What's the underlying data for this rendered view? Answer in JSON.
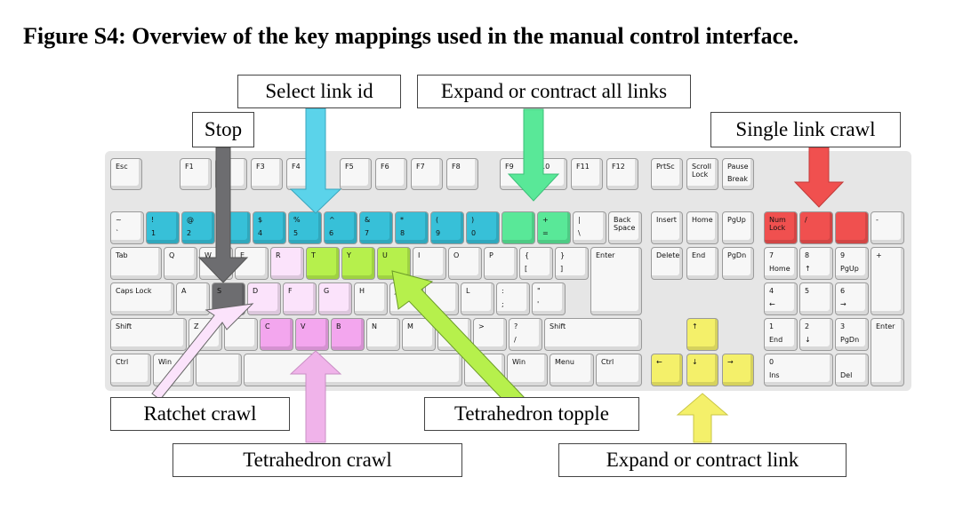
{
  "title": "Figure S4: Overview of the key mappings used in the manual control interface.",
  "colors": {
    "stop": "#6d6d70",
    "select_link_id": "#37c0d8",
    "expand_all": "#59e898",
    "single_link_crawl": "#f0504f",
    "ratchet_crawl": "#fbe3fb",
    "tetrahedron_crawl": "#f3a6ee",
    "tetrahedron_topple": "#b6f04c",
    "expand_link": "#f4f06a"
  },
  "labels": {
    "select_link_id": "Select link id",
    "expand_all": "Expand or contract all links",
    "stop": "Stop",
    "single_link_crawl": "Single link crawl",
    "ratchet_crawl": "Ratchet crawl",
    "tetrahedron_topple": "Tetrahedron topple",
    "tetrahedron_crawl": "Tetrahedron crawl",
    "expand_link": "Expand or contract link"
  },
  "keys": [
    {
      "id": "esc",
      "top": "Esc",
      "bottom": "",
      "color": "white"
    },
    {
      "id": "f1",
      "top": "F1",
      "bottom": "",
      "color": "white"
    },
    {
      "id": "f2",
      "top": "",
      "bottom": "",
      "color": "white"
    },
    {
      "id": "f3",
      "top": "F3",
      "bottom": "",
      "color": "white"
    },
    {
      "id": "f4",
      "top": "F4",
      "bottom": "",
      "color": "white"
    },
    {
      "id": "f5",
      "top": "F5",
      "bottom": "",
      "color": "white"
    },
    {
      "id": "f6",
      "top": "F6",
      "bottom": "",
      "color": "white"
    },
    {
      "id": "f7",
      "top": "F7",
      "bottom": "",
      "color": "white"
    },
    {
      "id": "f8",
      "top": "F8",
      "bottom": "",
      "color": "white"
    },
    {
      "id": "f9",
      "top": "F9",
      "bottom": "",
      "color": "white"
    },
    {
      "id": "f10",
      "top": "10",
      "bottom": "",
      "color": "white"
    },
    {
      "id": "f11",
      "top": "F11",
      "bottom": "",
      "color": "white"
    },
    {
      "id": "f12",
      "top": "F12",
      "bottom": "",
      "color": "white"
    },
    {
      "id": "prtsc",
      "top": "PrtSc",
      "bottom": "",
      "color": "white"
    },
    {
      "id": "scroll",
      "top": "Scroll\nLock",
      "bottom": "",
      "color": "white"
    },
    {
      "id": "pause",
      "top": "Pause",
      "bottom": "Break",
      "color": "white"
    },
    {
      "id": "tilde",
      "top": "~",
      "bottom": "`",
      "color": "white"
    },
    {
      "id": "k1",
      "top": "!",
      "bottom": "1",
      "color": "blue"
    },
    {
      "id": "k2",
      "top": "@",
      "bottom": "2",
      "color": "blue"
    },
    {
      "id": "k3",
      "top": "",
      "bottom": "",
      "color": "blue"
    },
    {
      "id": "k4",
      "top": "$",
      "bottom": "4",
      "color": "blue"
    },
    {
      "id": "k5",
      "top": "%",
      "bottom": "5",
      "color": "blue"
    },
    {
      "id": "k6",
      "top": "^",
      "bottom": "6",
      "color": "blue"
    },
    {
      "id": "k7",
      "top": "&",
      "bottom": "7",
      "color": "blue"
    },
    {
      "id": "k8",
      "top": "*",
      "bottom": "8",
      "color": "blue"
    },
    {
      "id": "k9",
      "top": "(",
      "bottom": "9",
      "color": "blue"
    },
    {
      "id": "k0",
      "top": ")",
      "bottom": "0",
      "color": "blue"
    },
    {
      "id": "minus",
      "top": "",
      "bottom": "",
      "color": "green"
    },
    {
      "id": "equals",
      "top": "+",
      "bottom": "=",
      "color": "green"
    },
    {
      "id": "backslash",
      "top": "|",
      "bottom": "\\",
      "color": "white"
    },
    {
      "id": "backspace",
      "top": "Back\nSpace",
      "bottom": "",
      "color": "white"
    },
    {
      "id": "insert",
      "top": "Insert",
      "bottom": "",
      "color": "white"
    },
    {
      "id": "home",
      "top": "Home",
      "bottom": "",
      "color": "white"
    },
    {
      "id": "pgup",
      "top": "PgUp",
      "bottom": "",
      "color": "white"
    },
    {
      "id": "numlock",
      "top": "Num\nLock",
      "bottom": "",
      "color": "red"
    },
    {
      "id": "npdiv",
      "top": "/",
      "bottom": "",
      "color": "red"
    },
    {
      "id": "npmul",
      "top": "",
      "bottom": "",
      "color": "red"
    },
    {
      "id": "npminus",
      "top": "-",
      "bottom": "",
      "color": "white"
    },
    {
      "id": "tab",
      "top": "Tab",
      "bottom": "",
      "color": "white"
    },
    {
      "id": "q",
      "top": "Q",
      "bottom": "",
      "color": "white"
    },
    {
      "id": "w",
      "top": "W",
      "bottom": "",
      "color": "white"
    },
    {
      "id": "e",
      "top": "E",
      "bottom": "",
      "color": "white"
    },
    {
      "id": "r",
      "top": "R",
      "bottom": "",
      "color": "lpink"
    },
    {
      "id": "t",
      "top": "T",
      "bottom": "",
      "color": "lime"
    },
    {
      "id": "y",
      "top": "Y",
      "bottom": "",
      "color": "lime"
    },
    {
      "id": "u",
      "top": "U",
      "bottom": "",
      "color": "lime"
    },
    {
      "id": "i",
      "top": "I",
      "bottom": "",
      "color": "white"
    },
    {
      "id": "o",
      "top": "O",
      "bottom": "",
      "color": "white"
    },
    {
      "id": "p",
      "top": "P",
      "bottom": "",
      "color": "white"
    },
    {
      "id": "lbracket",
      "top": "{",
      "bottom": "[",
      "color": "white"
    },
    {
      "id": "rbracket",
      "top": "}",
      "bottom": "]",
      "color": "white"
    },
    {
      "id": "enter",
      "top": "Enter",
      "bottom": "",
      "color": "white"
    },
    {
      "id": "delete",
      "top": "Delete",
      "bottom": "",
      "color": "white"
    },
    {
      "id": "end",
      "top": "End",
      "bottom": "",
      "color": "white"
    },
    {
      "id": "pgdn",
      "top": "PgDn",
      "bottom": "",
      "color": "white"
    },
    {
      "id": "np7",
      "top": "7",
      "bottom": "Home",
      "color": "white"
    },
    {
      "id": "np8",
      "top": "8",
      "bottom": "↑",
      "color": "white"
    },
    {
      "id": "np9",
      "top": "9",
      "bottom": "PgUp",
      "color": "white"
    },
    {
      "id": "npplus",
      "top": "+",
      "bottom": "",
      "color": "white"
    },
    {
      "id": "caps",
      "top": "Caps Lock",
      "bottom": "",
      "color": "white"
    },
    {
      "id": "a",
      "top": "A",
      "bottom": "",
      "color": "white"
    },
    {
      "id": "s",
      "top": "S",
      "bottom": "",
      "color": "gray"
    },
    {
      "id": "d",
      "top": "D",
      "bottom": "",
      "color": "lpink"
    },
    {
      "id": "f",
      "top": "F",
      "bottom": "",
      "color": "lpink"
    },
    {
      "id": "g",
      "top": "G",
      "bottom": "",
      "color": "lpink"
    },
    {
      "id": "h",
      "top": "H",
      "bottom": "",
      "color": "white"
    },
    {
      "id": "j",
      "top": "J",
      "bottom": "",
      "color": "white"
    },
    {
      "id": "k",
      "top": "",
      "bottom": "",
      "color": "white"
    },
    {
      "id": "l",
      "top": "L",
      "bottom": "",
      "color": "white"
    },
    {
      "id": "semicolon",
      "top": ":",
      "bottom": ";",
      "color": "white"
    },
    {
      "id": "quote",
      "top": "\"",
      "bottom": "'",
      "color": "white"
    },
    {
      "id": "np4",
      "top": "4",
      "bottom": "←",
      "color": "white"
    },
    {
      "id": "np5",
      "top": "5",
      "bottom": "",
      "color": "white"
    },
    {
      "id": "np6",
      "top": "6",
      "bottom": "→",
      "color": "white"
    },
    {
      "id": "lshift",
      "top": "Shift",
      "bottom": "",
      "color": "white"
    },
    {
      "id": "z",
      "top": "Z",
      "bottom": "",
      "color": "white"
    },
    {
      "id": "x",
      "top": "",
      "bottom": "",
      "color": "white"
    },
    {
      "id": "c",
      "top": "C",
      "bottom": "",
      "color": "pink"
    },
    {
      "id": "v",
      "top": "V",
      "bottom": "",
      "color": "pink"
    },
    {
      "id": "b",
      "top": "B",
      "bottom": "",
      "color": "pink"
    },
    {
      "id": "n",
      "top": "N",
      "bottom": "",
      "color": "white"
    },
    {
      "id": "m",
      "top": "M",
      "bottom": "",
      "color": "white"
    },
    {
      "id": "comma",
      "top": "",
      "bottom": "",
      "color": "white"
    },
    {
      "id": "period",
      "top": ">",
      "bottom": "",
      "color": "white"
    },
    {
      "id": "slash",
      "top": "?",
      "bottom": "/",
      "color": "white"
    },
    {
      "id": "rshift",
      "top": "Shift",
      "bottom": "",
      "color": "white"
    },
    {
      "id": "uparrow",
      "top": "↑",
      "bottom": "",
      "color": "yellow"
    },
    {
      "id": "np1",
      "top": "1",
      "bottom": "End",
      "color": "white"
    },
    {
      "id": "np2",
      "top": "2",
      "bottom": "↓",
      "color": "white"
    },
    {
      "id": "np3",
      "top": "3",
      "bottom": "PgDn",
      "color": "white"
    },
    {
      "id": "npenter",
      "top": "Enter",
      "bottom": "",
      "color": "white"
    },
    {
      "id": "lctrl",
      "top": "Ctrl",
      "bottom": "",
      "color": "white"
    },
    {
      "id": "lwin",
      "top": "Win",
      "bottom": "",
      "color": "white"
    },
    {
      "id": "lalt",
      "top": "",
      "bottom": "",
      "color": "white"
    },
    {
      "id": "space",
      "top": "",
      "bottom": "",
      "color": "white"
    },
    {
      "id": "ralt",
      "top": "",
      "bottom": "",
      "color": "white"
    },
    {
      "id": "rwin",
      "top": "Win",
      "bottom": "",
      "color": "white"
    },
    {
      "id": "menu",
      "top": "Menu",
      "bottom": "",
      "color": "white"
    },
    {
      "id": "rctrl",
      "top": "Ctrl",
      "bottom": "",
      "color": "white"
    },
    {
      "id": "leftarrow",
      "top": "←",
      "bottom": "",
      "color": "yellow"
    },
    {
      "id": "downarrow",
      "top": "↓",
      "bottom": "",
      "color": "yellow"
    },
    {
      "id": "rightarrow",
      "top": "→",
      "bottom": "",
      "color": "yellow"
    },
    {
      "id": "np0",
      "top": "0",
      "bottom": "Ins",
      "color": "white"
    },
    {
      "id": "npdot",
      "top": "",
      "bottom": "Del",
      "color": "white"
    }
  ]
}
